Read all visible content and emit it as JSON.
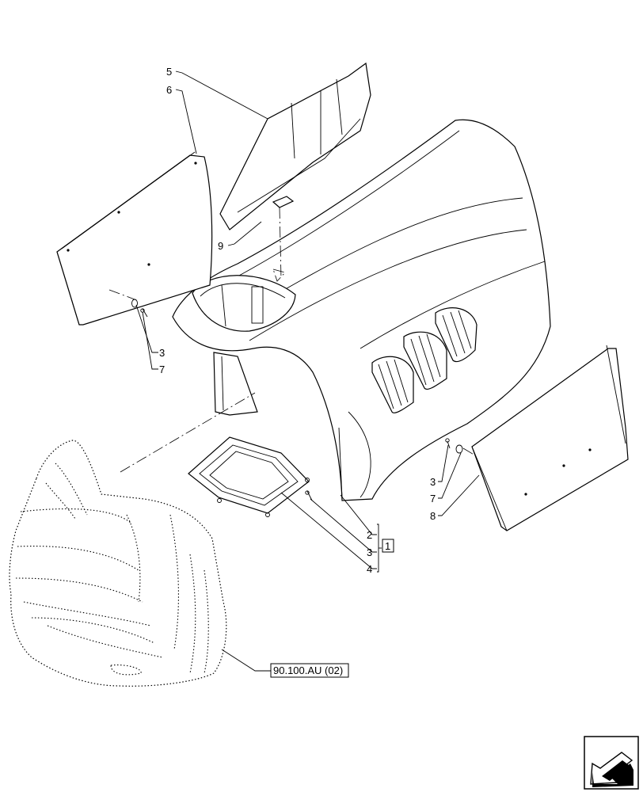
{
  "callouts": {
    "c5": "5",
    "c6": "6",
    "c9": "9",
    "c3_left": "3",
    "c7_left": "7",
    "c2": "2",
    "c3_mid": "3",
    "c4": "4",
    "kit": "1",
    "c3_right": "3",
    "c7_right": "7",
    "c8": "8"
  },
  "reference": {
    "label": "90.100.AU (02)"
  },
  "nav": {
    "icon": "next-page-arrow-icon"
  }
}
